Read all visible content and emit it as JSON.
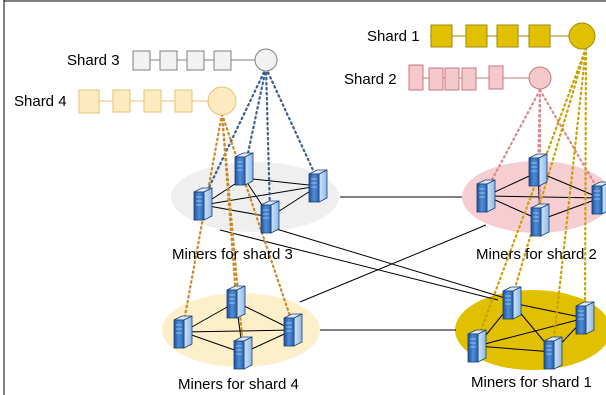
{
  "shards": [
    {
      "label": "Shard 1",
      "color": "#e0c000",
      "stroke": "#a08a00"
    },
    {
      "label": "Shard 2",
      "color": "#f4c9cc",
      "stroke": "#c97880"
    },
    {
      "label": "Shard 3",
      "color": "#f2f2f2",
      "stroke": "#808080"
    },
    {
      "label": "Shard 4",
      "color": "#fdebbf",
      "stroke": "#e3c375"
    }
  ],
  "clusters": [
    {
      "label": "Miners for shard 1",
      "color": "#e0c000"
    },
    {
      "label": "Miners for shard 2",
      "color": "#f6cdd0"
    },
    {
      "label": "Miners for shard 3",
      "color": "#efefef"
    },
    {
      "label": "Miners for shard 4",
      "color": "#fdefc9"
    }
  ],
  "server_icon": "server-icon",
  "dotted_link_colors": {
    "shard1": "#c9a100",
    "shard2": "#d98a90",
    "shard3": "#3b5f8f",
    "shard4": "#c88a2a"
  }
}
